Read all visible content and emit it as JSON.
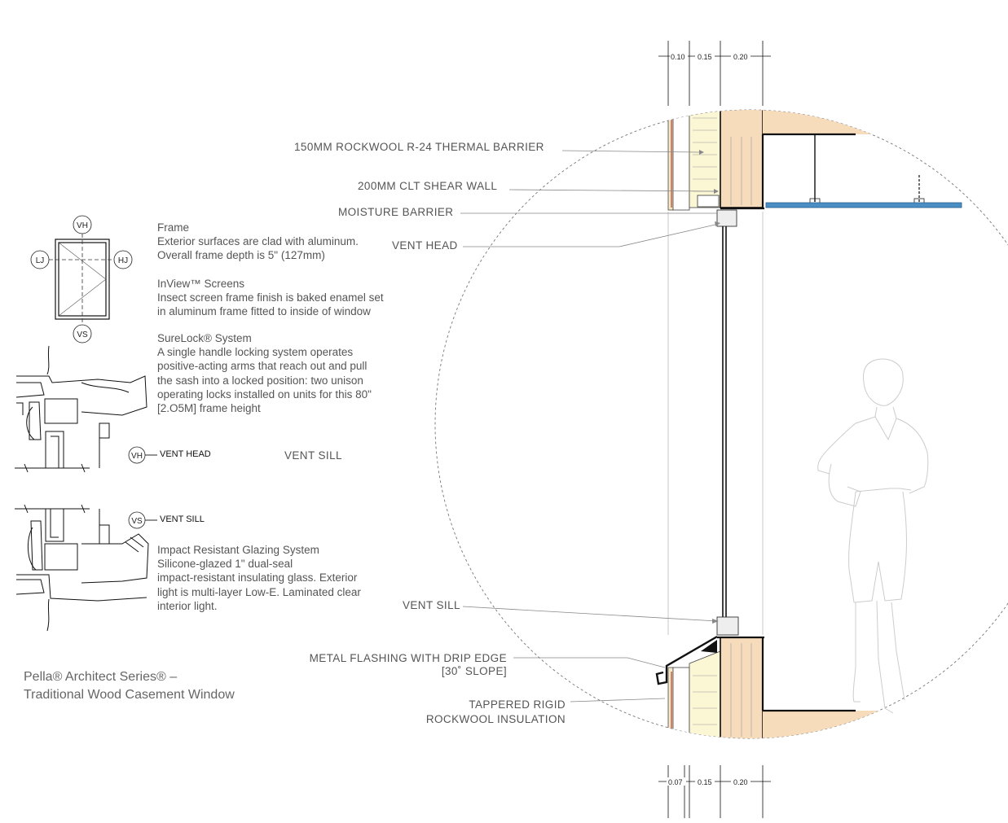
{
  "callouts": {
    "thermal_barrier": "150MM ROCKWOOL R-24 THERMAL BARRIER",
    "shear_wall": "200MM CLT  SHEAR WALL",
    "moisture_barrier": "MOISTURE BARRIER",
    "vent_head": "VENT HEAD",
    "vent_sill_mid": "VENT SILL",
    "vent_sill": "VENT SILL",
    "flashing_line1": "METAL FLASHING WITH DRIP EDGE",
    "flashing_line2": "[30˚ SLOPE]",
    "insulation_line1": "TAPPERED RIGID",
    "insulation_line2": "ROCKWOOL INSULATION"
  },
  "notes": {
    "frame": {
      "heading": "Frame",
      "lines": [
        "Exterior surfaces are clad with aluminum.",
        "Overall frame depth is 5\" (127mm)"
      ]
    },
    "screens": {
      "heading": "InView™ Screens",
      "lines": [
        "Insect screen frame finish is baked enamel set",
        "in aluminum frame fitted to inside of window"
      ]
    },
    "surelock": {
      "heading": "SureLock® System",
      "lines": [
        "A single handle locking system operates",
        "positive-acting arms that reach out and pull",
        "the sash into a locked position: two unison",
        "operating locks installed on units for this 80\"",
        "[2.O5M] frame height"
      ]
    },
    "glazing": {
      "heading": "Impact Resistant Glazing System",
      "lines": [
        "Silicone-glazed 1\" dual-seal",
        "impact-resistant insulating glass. Exterior",
        "light is multi-layer Low-E. Laminated clear",
        "interior light."
      ]
    }
  },
  "key_plan": {
    "top": "VH",
    "left": "LJ",
    "right": "HJ",
    "bottom": "VS"
  },
  "detail_labels": {
    "head_tag": "VH",
    "head_label": "VENT HEAD",
    "sill_tag": "VS",
    "sill_label": "VENT SILL"
  },
  "title": {
    "line1": "Pella® Architect Series® –",
    "line2": "Traditional Wood Casement Window"
  },
  "dimensions": {
    "top": [
      "0.10",
      "0.15",
      "0.20"
    ],
    "bottom": [
      "0.07",
      "0.15",
      "0.20"
    ]
  },
  "colors": {
    "insulation": "#fbf6d4",
    "clt": "#f7dcbc",
    "ceiling": "#4a8ec4",
    "membrane": "#c0392b"
  }
}
